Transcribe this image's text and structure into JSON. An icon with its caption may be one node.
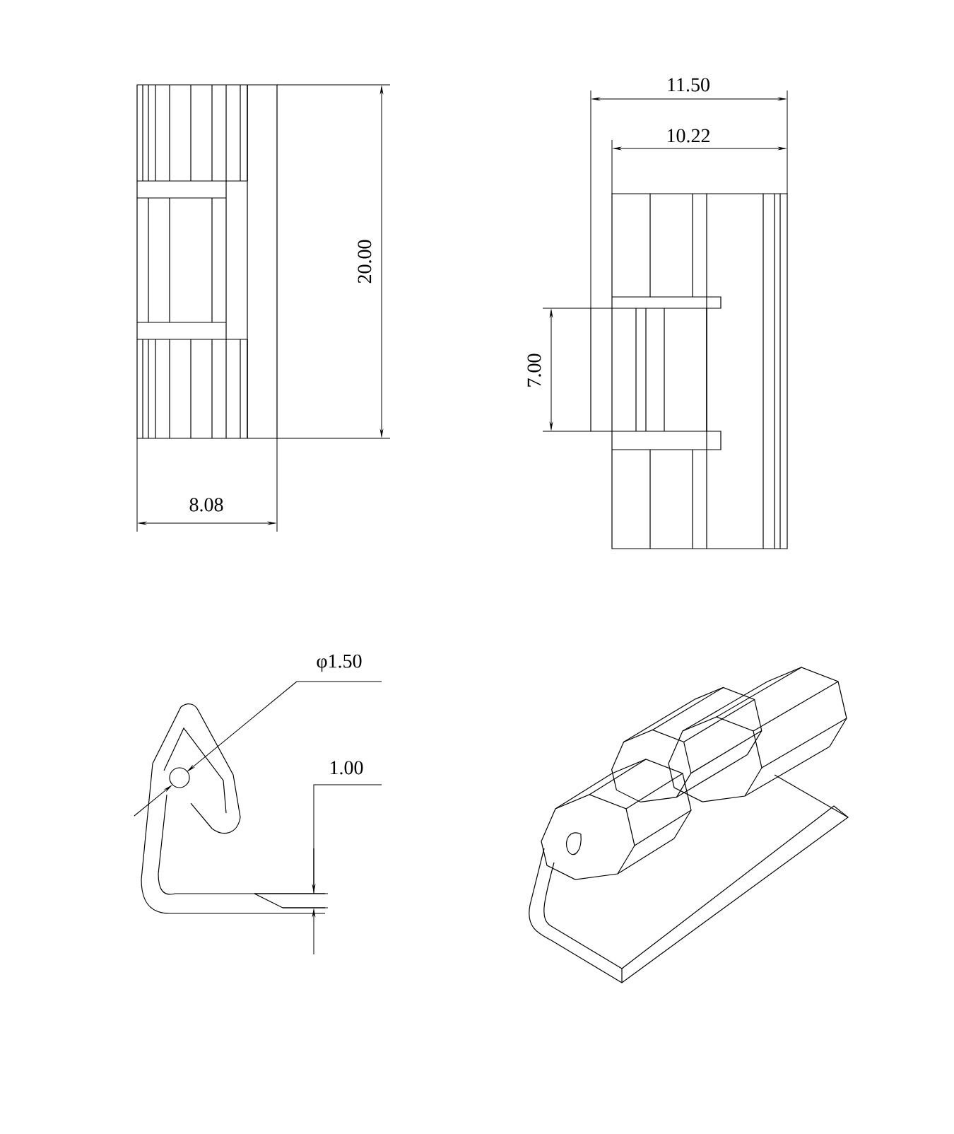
{
  "diagram": {
    "labels": [
      "11.50",
      "10.22",
      "20.00",
      "7.00",
      "8.08",
      "φ1.50",
      "1.00"
    ]
  }
}
